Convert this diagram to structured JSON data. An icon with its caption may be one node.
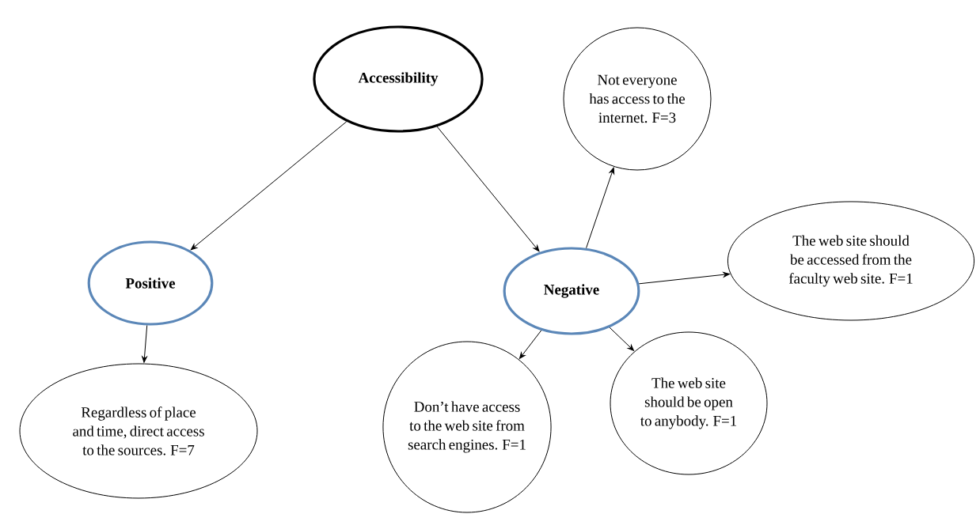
{
  "diagram": {
    "nodes": [
      {
        "text": [
          "Accessibility"
        ]
      },
      {
        "text": [
          "Positive"
        ]
      },
      {
        "text": [
          "Negative"
        ]
      },
      {
        "text": [
          "Regardless of place and time, direct access to the sources. F=7"
        ]
      },
      {
        "text": [
          "Not everyone has access to the internet. F=3"
        ]
      },
      {
        "text": [
          "The web site should be accessed from the faculty web site. F=1"
        ]
      },
      {
        "text": [
          "Don’t have access to the web site from search engines. F=1"
        ]
      },
      {
        "text": [
          "The web site should be open to anybody. F=1"
        ]
      }
    ],
    "edges": [
      {
        "from": 0,
        "to": 1,
        "arrow": "to"
      },
      {
        "from": 0,
        "to": 2,
        "arrow": "to"
      },
      {
        "from": 1,
        "to": 3,
        "arrow": "to"
      },
      {
        "from": 2,
        "to": 4,
        "arrow": "to"
      },
      {
        "from": 2,
        "to": 5,
        "arrow": "to"
      },
      {
        "from": 2,
        "to": 6,
        "arrow": "to"
      },
      {
        "from": 2,
        "to": 7,
        "arrow": "to"
      }
    ]
  }
}
